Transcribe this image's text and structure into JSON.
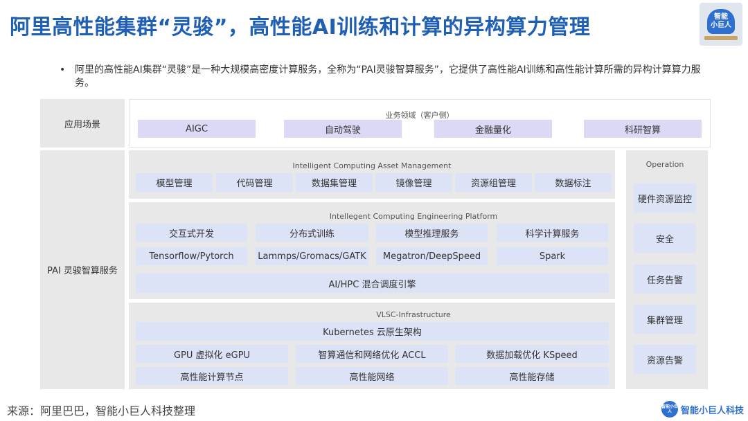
{
  "title": "阿里高性能集群“灵骏”，高性能AI训练和计算的异构算力管理",
  "logo": {
    "line1": "智能",
    "line2": "小巨人"
  },
  "bullet": "阿里的高性能AI集群“灵骏”是一种大规模高密度计算服务，全称为“PAI灵骏智算服务”，它提供了高性能AI训练和高性能计算所需的异构计算算力服务。",
  "bullet_marker": "•",
  "left_labels": {
    "scenario": "应用场景",
    "service": "PAI 灵骏智算服务"
  },
  "business": {
    "title": "业务领域（客户侧）",
    "items": [
      "AIGC",
      "自动驾驶",
      "金融量化",
      "科研智算"
    ]
  },
  "asset_mgmt": {
    "title": "Intelligent Computing Asset Management",
    "items": [
      "模型管理",
      "代码管理",
      "数据集管理",
      "镜像管理",
      "资源组管理",
      "数据标注"
    ]
  },
  "engineering": {
    "title": "Intellegent Computing Engineering Platform",
    "row1": [
      "交互式开发",
      "分布式训练",
      "模型推理服务",
      "科学计算服务"
    ],
    "row2": [
      "Tensorflow/Pytorch",
      "Lammps/Gromacs/GATK",
      "Megatron/DeepSpeed",
      "Spark"
    ],
    "scheduler": "AI/HPC 混合调度引擎"
  },
  "infrastructure": {
    "title": "VLSC-Infrastructure",
    "kubernetes": "Kubernetes 云原生架构",
    "row1": [
      "GPU 虚拟化 eGPU",
      "智算通信和网络优化 ACCL",
      "数据加载优化 KSpeed"
    ],
    "row2": [
      "高性能计算节点",
      "高性能网络",
      "高性能存储"
    ]
  },
  "operation": {
    "title": "Operation",
    "items": [
      "硬件资源监控",
      "安全",
      "任务告警",
      "集群管理",
      "资源告警"
    ]
  },
  "source": "来源：阿里巴巴，智能小巨人科技整理",
  "footer": {
    "badge": "智能小巨人",
    "text": "智能小巨人科技"
  }
}
